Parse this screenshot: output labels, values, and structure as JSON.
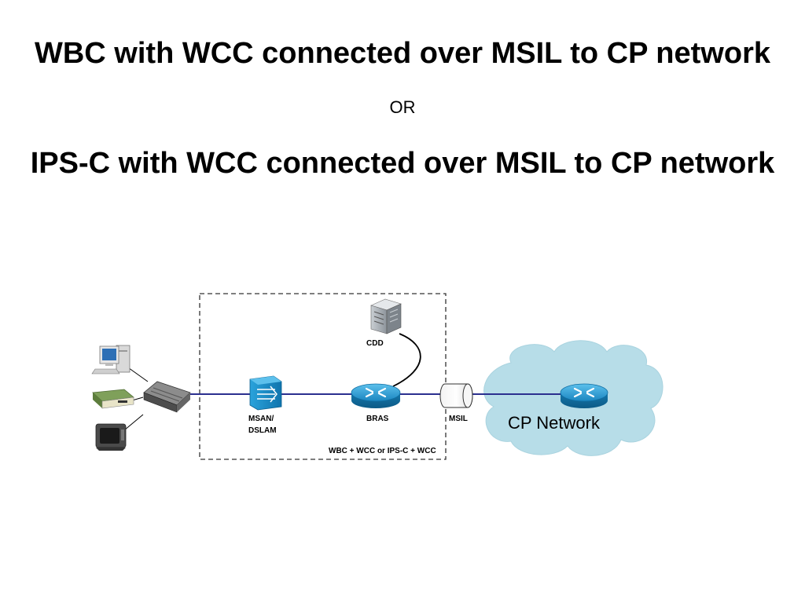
{
  "slide": {
    "title_line1": "WBC with WCC connected over MSIL to CP network",
    "separator": "OR",
    "title_line2": "IPS-C with WCC connected over MSIL to CP network"
  },
  "diagram": {
    "cdd_label": "CDD",
    "msan_label_line1": "MSAN/",
    "msan_label_line2": "DSLAM",
    "bras_label": "BRAS",
    "msil_label": "MSIL",
    "box_caption": "WBC + WCC or IPS-C + WCC",
    "cloud_label": "CP Network",
    "colors": {
      "link_line": "#2b2f8f",
      "router_blue": "#1e8ec9",
      "cloud_fill": "#b7dde8",
      "box_border": "#333333"
    },
    "icons": [
      "desktop-computer-icon",
      "set-top-box-icon",
      "television-icon",
      "modem-icon",
      "msan-dslam-icon",
      "router-icon",
      "server-icon",
      "msil-cylinder-icon",
      "cloud-icon"
    ]
  }
}
